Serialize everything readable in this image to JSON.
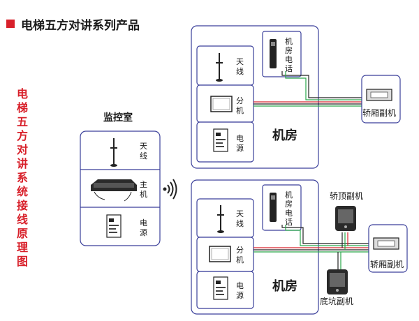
{
  "header": {
    "title": "电梯五方对讲系列产品"
  },
  "side_title": [
    "电",
    "梯",
    "五",
    "方",
    "对",
    "讲",
    "系",
    "统",
    "接",
    "线",
    "原",
    "理",
    "图"
  ],
  "monitor_room": {
    "title": "监控室",
    "antenna": [
      "天",
      "线"
    ],
    "host": [
      "主",
      "机"
    ],
    "power": [
      "电",
      "源"
    ]
  },
  "machine_room_1": {
    "title": "机房",
    "phone": [
      "机",
      "房",
      "电",
      "话"
    ],
    "antenna": [
      "天",
      "线"
    ],
    "splitter": [
      "分",
      "机"
    ],
    "power": [
      "电",
      "源"
    ]
  },
  "machine_room_2": {
    "title": "机房",
    "phone": [
      "机",
      "房",
      "电",
      "话"
    ],
    "antenna": [
      "天",
      "线"
    ],
    "splitter": [
      "分",
      "机"
    ],
    "power": [
      "电",
      "源"
    ]
  },
  "devices": {
    "car_sub_1": "轿厢副机",
    "car_top_sub": "轿顶副机",
    "car_sub_2": "轿厢副机",
    "pit_sub": "底坑副机"
  },
  "colors": {
    "accent_red": "#d8202a",
    "wire_green": "#2aa84a",
    "wire_red": "#d8202a",
    "border": "#3a3f9a"
  }
}
